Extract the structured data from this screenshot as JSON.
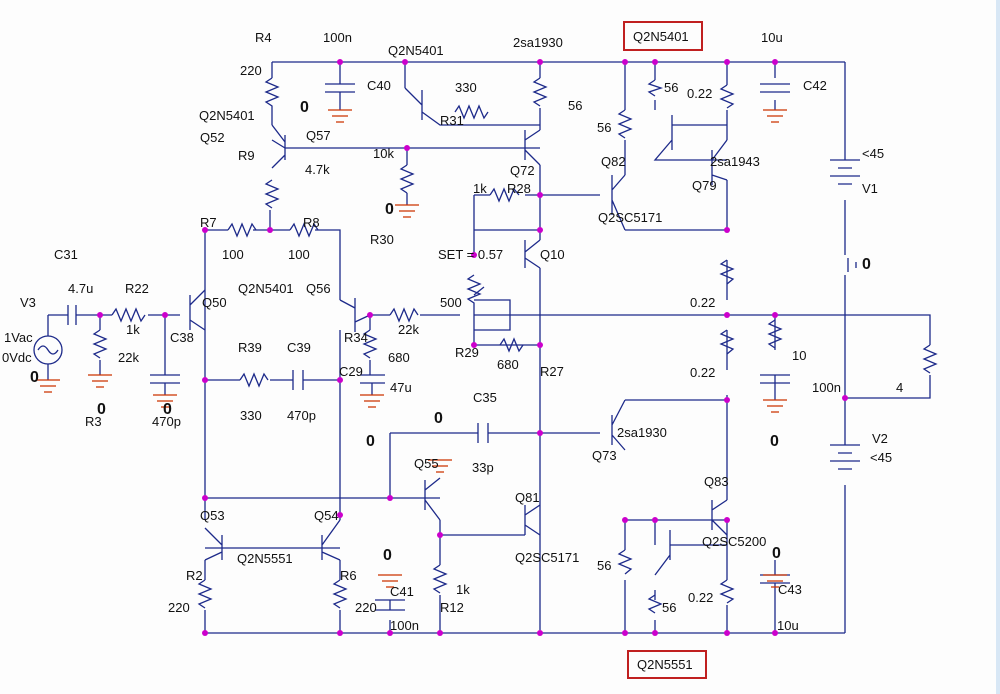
{
  "diagram": {
    "labels": {
      "r4": "R4",
      "c100n_top": "100n",
      "q2n5401_a": "Q2N5401",
      "sa1930_top": "2sa1930",
      "q2n5401_box": "Q2N5401",
      "c10u_top": "10u",
      "r4_val": "220",
      "q52_type": "Q2N5401",
      "q52": "Q52",
      "r9": "R9",
      "q57": "Q57",
      "r9_val": "4.7k",
      "c40": "C40",
      "r31_val": "330",
      "r31": "R31",
      "r30_val": "10k",
      "r30": "R30",
      "r56_a": "56",
      "q72": "Q72",
      "r56_b": "56",
      "q82": "Q82",
      "r056_a": "0.22",
      "q79": "Q79",
      "sa1943": "2sa1943",
      "r28_val": "1k",
      "r28": "R28",
      "q10": "Q10",
      "sc5171_a": "Q2SC5171",
      "v1_val": "<45",
      "v1": "V1",
      "c42": "C42",
      "r7": "R7",
      "r7_val": "100",
      "r8": "R8",
      "r8_val": "100",
      "set": "SET = 0.57",
      "c31": "C31",
      "c31_val": "4.7u",
      "r22": "R22",
      "r22_val": "1k",
      "v3": "V3",
      "q50": "Q50",
      "q56_type": "Q2N5401",
      "q56": "Q56",
      "r29_val": "500",
      "r29": "R29",
      "r_680_a": "680",
      "r34": "R34",
      "r34_val": "22k",
      "r022_mid": "0.22",
      "vac": "1Vac",
      "vdc": "0Vdc",
      "r3_val": "22k",
      "c38": "C38",
      "r3": "R3",
      "c38_val": "470p",
      "r39": "R39",
      "c39": "C39",
      "r39_val": "330",
      "c39_val": "470p",
      "c29": "C29",
      "c29_val": "47u",
      "r680_b": "680",
      "r27": "R27",
      "r10_val": "10",
      "r022_low": "0.22",
      "c100n_out": "100n",
      "r4ohm": "4",
      "c35": "C35",
      "sa1930_bot": "2sa1930",
      "q73": "Q73",
      "v2": "V2",
      "v2_val": "<45",
      "q55": "Q55",
      "c33": "33p",
      "q81": "Q81",
      "q83": "Q83",
      "q53": "Q53",
      "q54": "Q54",
      "q2n5551_mid": "Q2N5551",
      "r2": "R2",
      "r2_val": "220",
      "r6": "R6",
      "c41": "C41",
      "c41_cap": "220",
      "c41_val": "100n",
      "r12": "R12",
      "r12_val": "1k",
      "sc5171_b": "Q2SC5171",
      "r56_c": "56",
      "sc5200": "Q2SC5200",
      "r56_d": "56",
      "r022_bot": "0.22",
      "c43": "C43",
      "c43_val": "10u",
      "q2n5551_box": "Q2N5551",
      "zero": "0"
    }
  }
}
